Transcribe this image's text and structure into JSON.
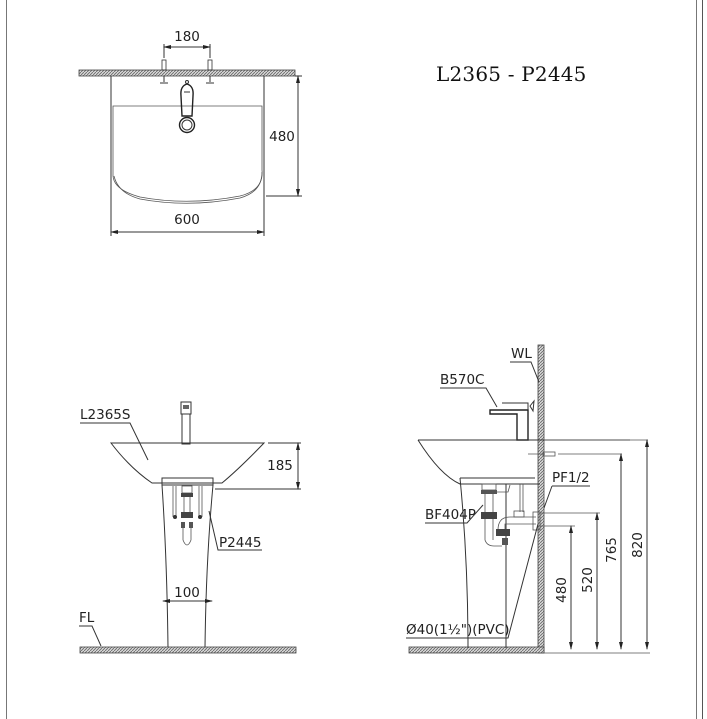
{
  "title": "L2365 - P2445",
  "top_view": {
    "dim_faucet_spacing": "180",
    "dim_depth": "480",
    "dim_width": "600"
  },
  "front_view": {
    "label_basin": "L2365S",
    "label_pedestal": "P2445",
    "label_floor": "FL",
    "dim_basin_height": "185",
    "dim_pedestal_width": "100"
  },
  "side_view": {
    "label_wall": "WL",
    "label_faucet": "B570C",
    "label_supply": "PF1/2",
    "label_drain": "BF404P",
    "label_pipe": "Ø40(1½\")(PVC)",
    "dim_480": "480",
    "dim_520": "520",
    "dim_765": "765",
    "dim_820": "820"
  },
  "colors": {
    "line": "#333333",
    "hatch": "#9a9a9a",
    "background": "#ffffff"
  }
}
